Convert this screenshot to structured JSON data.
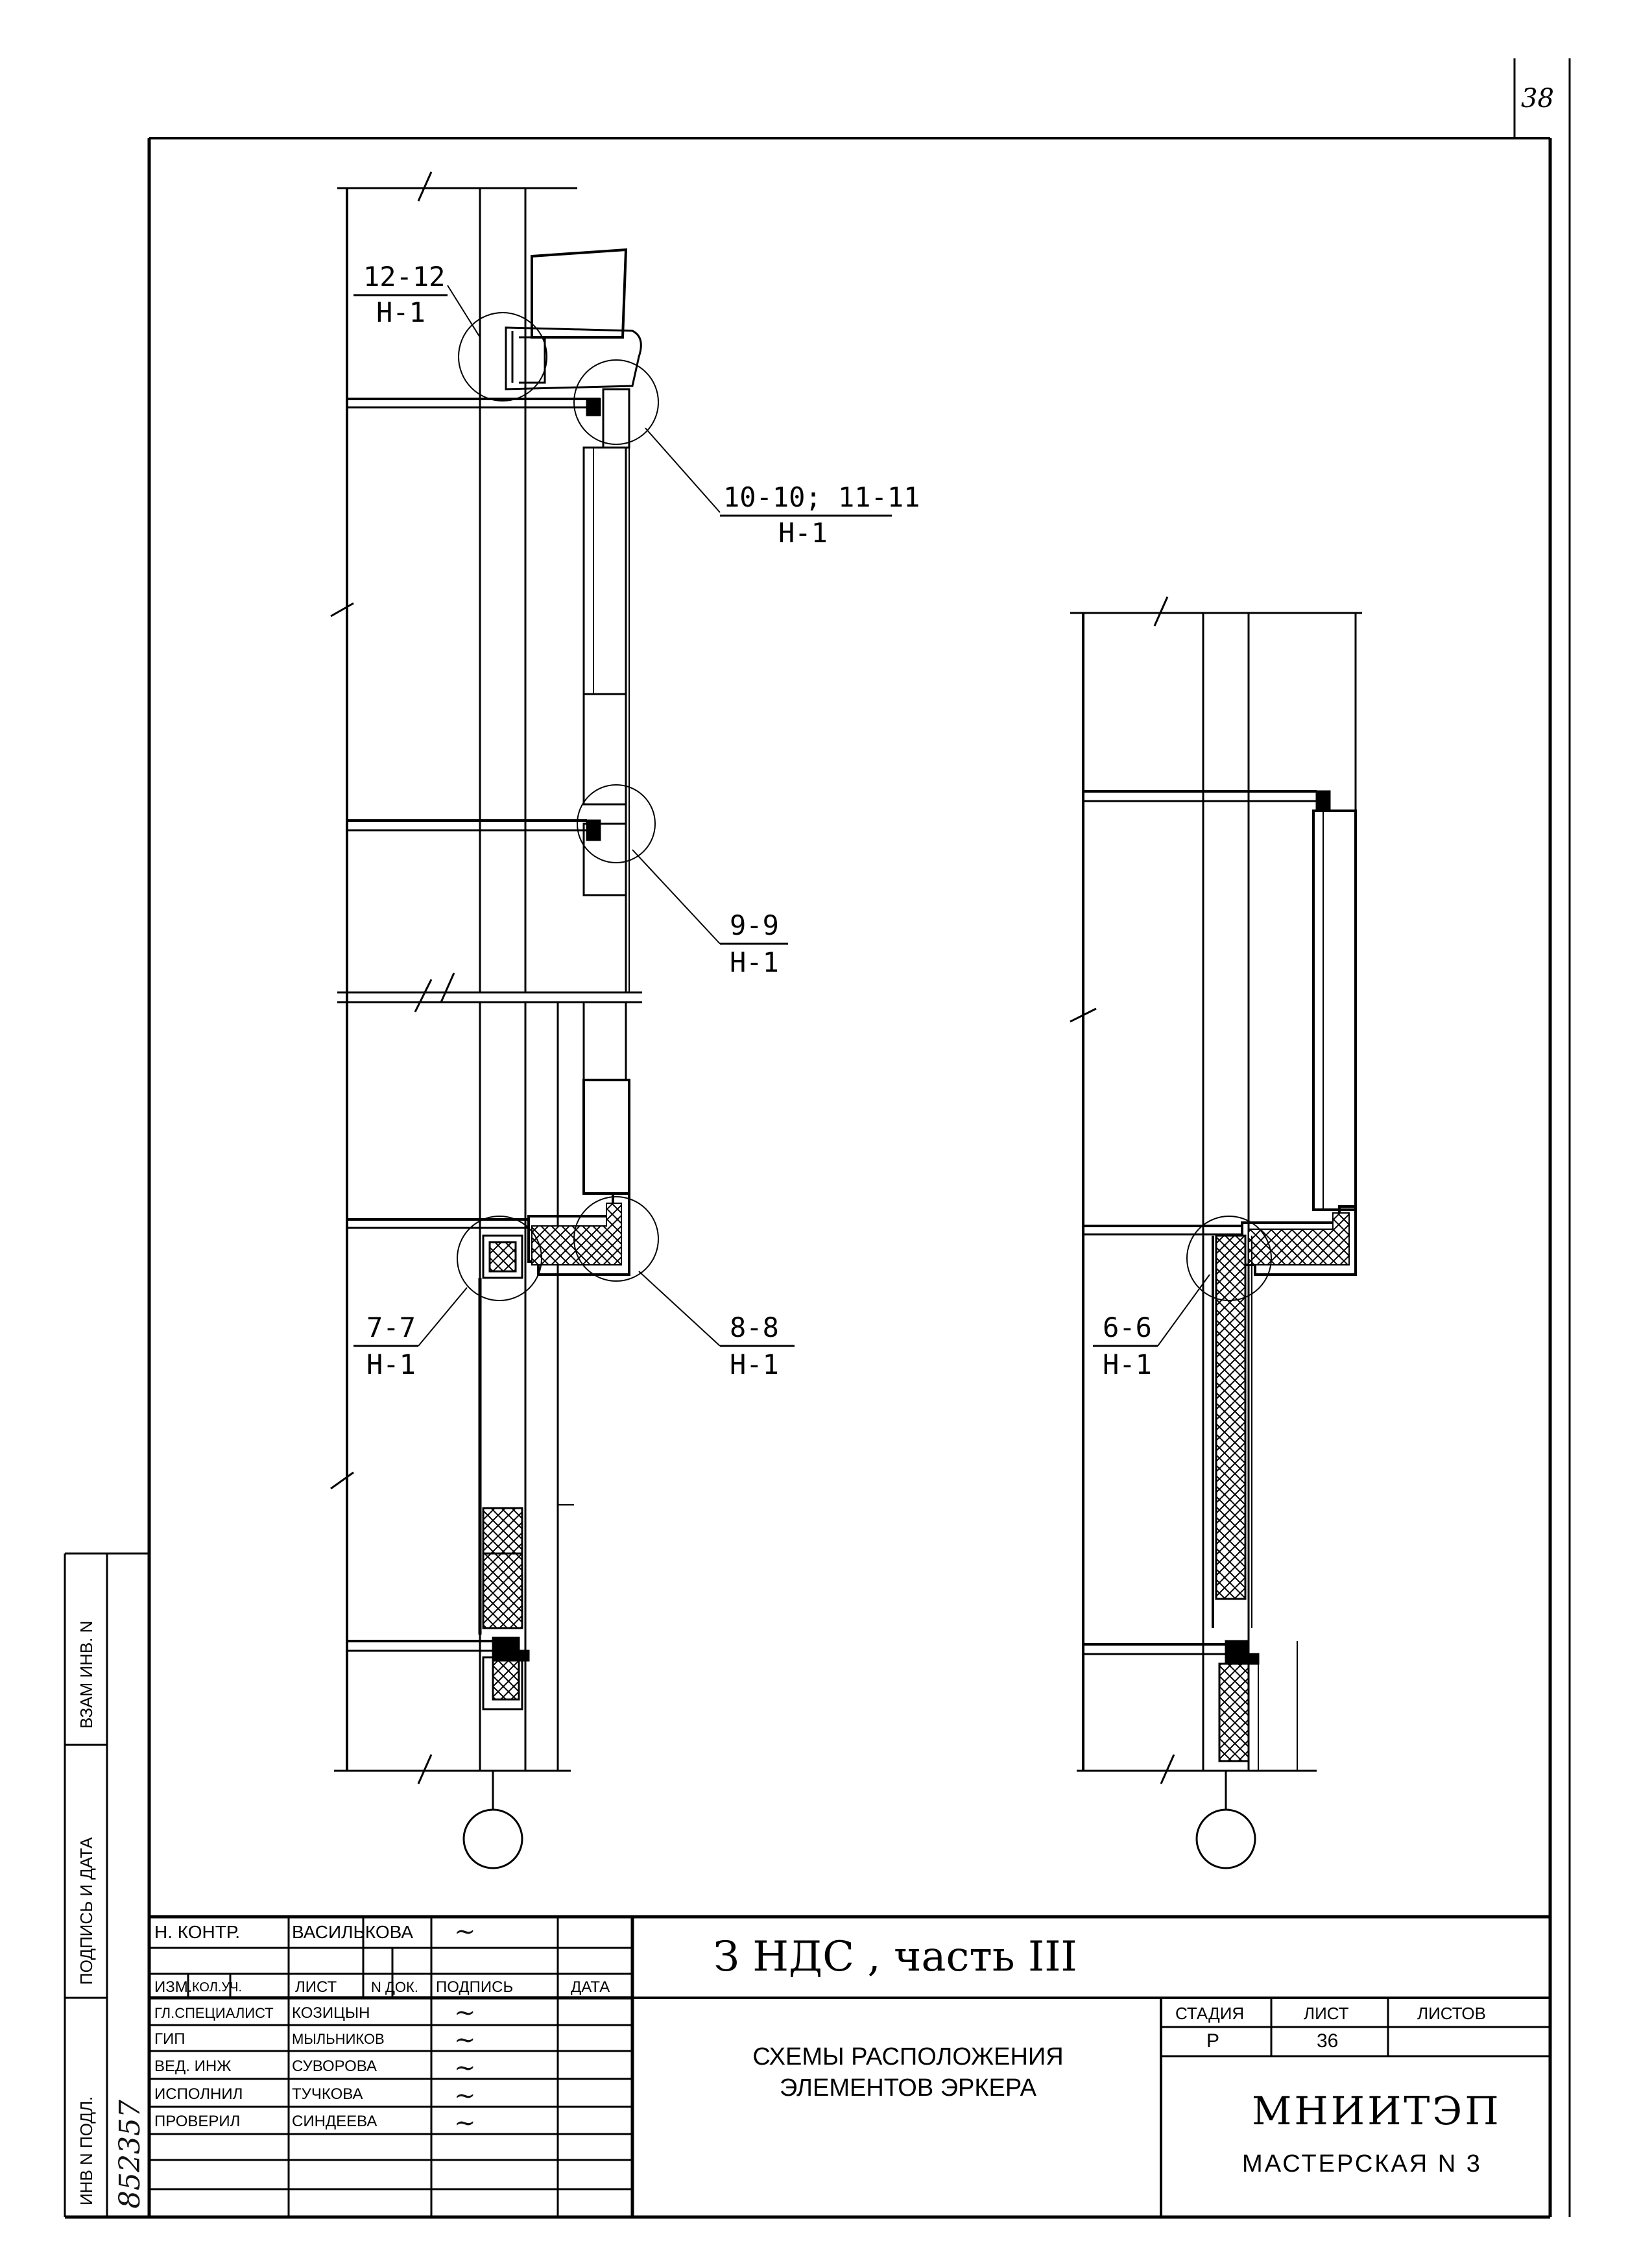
{
  "sheet": {
    "page_corner_number": "38"
  },
  "callouts": [
    {
      "id": "c12",
      "top": "12-12",
      "bottom": "H-1"
    },
    {
      "id": "c10",
      "top": "10-10; 11-11",
      "bottom": "H-1"
    },
    {
      "id": "c9",
      "top": "9-9",
      "bottom": "H-1"
    },
    {
      "id": "c7",
      "top": "7-7",
      "bottom": "H-1"
    },
    {
      "id": "c8",
      "top": "8-8",
      "bottom": "H-1"
    },
    {
      "id": "c6",
      "top": "6-6",
      "bottom": "H-1"
    }
  ],
  "side_stamp": {
    "col1": "ВЗАМ ИНВ. N",
    "col2": "ПОДПИСЬ И ДАТА",
    "col3": "ИНВ N ПОДЛ.",
    "inv_handwritten": "852357"
  },
  "title_block": {
    "nkontr_label": "Н. КОНТР.",
    "nkontr_name": "ВАСИЛЬКОВА",
    "headers": [
      "ИЗМ.",
      "КОЛ.УЧ.",
      "ЛИСТ",
      "N ДОК.",
      "ПОДПИСЬ",
      "ДАТА"
    ],
    "rows": [
      {
        "role": "ГЛ.СПЕЦИАЛИСТ",
        "name": "КОЗИЦЫН"
      },
      {
        "role": "ГИП",
        "name": "МЫЛЬНИКОВ"
      },
      {
        "role": "ВЕД. ИНЖ",
        "name": "СУВОРОВА"
      },
      {
        "role": "ИСПОЛНИЛ",
        "name": "ТУЧКОВА"
      },
      {
        "role": "ПРОВЕРИЛ",
        "name": "СИНДЕЕВА"
      }
    ],
    "project": "З НДС , часть III",
    "drawing_title_1": "СХЕМЫ РАСПОЛОЖЕНИЯ",
    "drawing_title_2": "ЭЛЕМЕНТОВ ЭРКЕРА",
    "stage_header": "СТАДИЯ",
    "sheet_header": "ЛИСТ",
    "sheets_header": "ЛИСТОВ",
    "stage_value": "Р",
    "sheet_value": "36",
    "sheets_value": "",
    "organization": "МНИИТЭП",
    "workshop": "МАСТЕРСКАЯ N 3"
  }
}
